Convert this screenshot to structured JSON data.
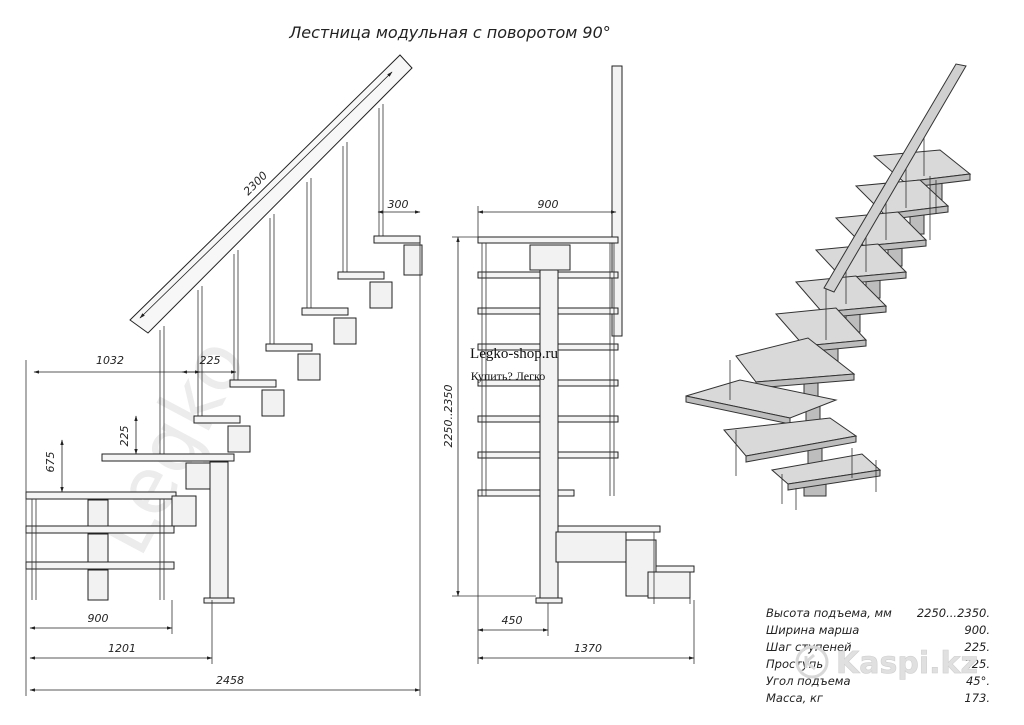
{
  "title": "Лестница модульная с поворотом 90°",
  "side_view": {
    "dim_rail_length": "2300",
    "dim_top_step": "300",
    "dim_left_run": "1032",
    "dim_step_pitch_h": "225",
    "dim_step_pitch_v": "225",
    "dim_landing_height": "675",
    "dim_bottom_width": "900",
    "dim_base_run": "1201",
    "dim_total_run": "2458"
  },
  "front_view": {
    "dim_width": "900",
    "dim_height": "2250..2350",
    "dim_bottom_offset": "450",
    "dim_total_width": "1370"
  },
  "watermark": {
    "site": "Legko-shop.ru",
    "slogan": "Купить? Легко"
  },
  "specs": [
    {
      "label": "Высота подъема, мм",
      "value": "2250...2350."
    },
    {
      "label": "Ширина марша",
      "value": "900."
    },
    {
      "label": "Шаг ступеней",
      "value": "225."
    },
    {
      "label": "Проступь",
      "value": "225."
    },
    {
      "label": "Угол подъема",
      "value": "45°."
    },
    {
      "label": "Масса, кг",
      "value": "173."
    }
  ],
  "brand": {
    "name": "Kaspi.kz",
    "color": "#e0e0e0"
  }
}
